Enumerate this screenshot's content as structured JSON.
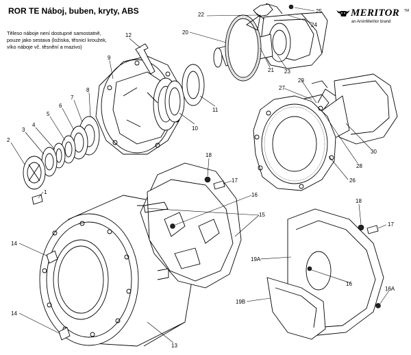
{
  "title": "ROR  TE   Náboj, buben, kryty, ABS",
  "note": {
    "lines": [
      "Těleso náboje není dostupné samostatně,",
      "pouze jako sestava (ložiska, těsnicí kroužek,",
      "víko náboje vč. těsnění a mazivo)"
    ]
  },
  "logo": {
    "name": "MERITOR",
    "tm": "TM",
    "tagline": "an ArvinMeritor brand",
    "icon": "bull-head-icon"
  },
  "callouts": [
    {
      "id": "c1",
      "text": "1"
    },
    {
      "id": "c2",
      "text": "2"
    },
    {
      "id": "c3",
      "text": "3"
    },
    {
      "id": "c4",
      "text": "4"
    },
    {
      "id": "c5",
      "text": "5"
    },
    {
      "id": "c6",
      "text": "6"
    },
    {
      "id": "c7",
      "text": "7"
    },
    {
      "id": "c8",
      "text": "8"
    },
    {
      "id": "c9",
      "text": "9"
    },
    {
      "id": "c10",
      "text": "10"
    },
    {
      "id": "c11",
      "text": "11"
    },
    {
      "id": "c12",
      "text": "12"
    },
    {
      "id": "c13",
      "text": "13"
    },
    {
      "id": "c14a",
      "text": "14"
    },
    {
      "id": "c14b",
      "text": "14"
    },
    {
      "id": "c15",
      "text": "15"
    },
    {
      "id": "c16a",
      "text": "16"
    },
    {
      "id": "c16b",
      "text": "16"
    },
    {
      "id": "c16A",
      "text": "16A"
    },
    {
      "id": "c17a",
      "text": "17"
    },
    {
      "id": "c17b",
      "text": "17"
    },
    {
      "id": "c18a",
      "text": "18"
    },
    {
      "id": "c18b",
      "text": "18"
    },
    {
      "id": "c19A",
      "text": "19A"
    },
    {
      "id": "c19B",
      "text": "19B"
    },
    {
      "id": "c20",
      "text": "20"
    },
    {
      "id": "c21",
      "text": "21"
    },
    {
      "id": "c22",
      "text": "22"
    },
    {
      "id": "c23",
      "text": "23"
    },
    {
      "id": "c24",
      "text": "24"
    },
    {
      "id": "c25",
      "text": "25"
    },
    {
      "id": "c26",
      "text": "26"
    },
    {
      "id": "c27",
      "text": "27"
    },
    {
      "id": "c28",
      "text": "28"
    },
    {
      "id": "c29",
      "text": "29"
    },
    {
      "id": "c30",
      "text": "30"
    }
  ]
}
